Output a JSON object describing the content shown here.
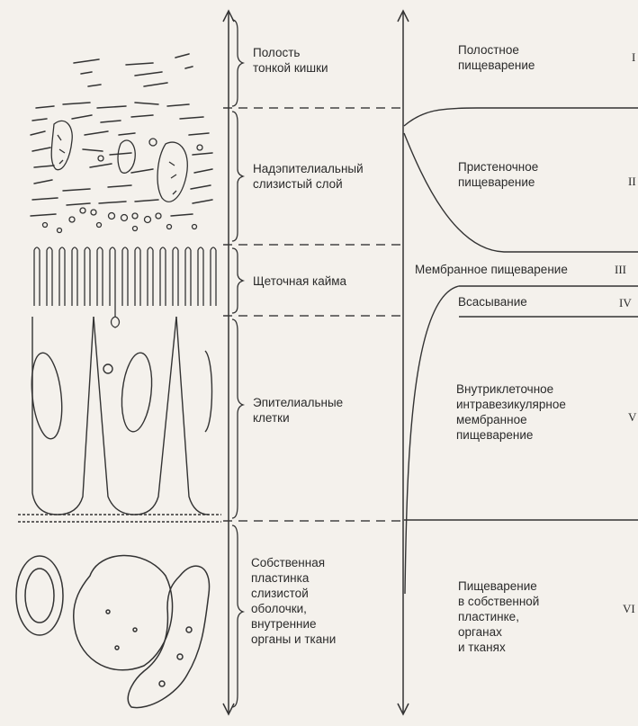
{
  "zone_labels": [
    "Полость\nтонкой кишки",
    "Надэпителиальный\nслизистый слой",
    "Щеточная кайма",
    "Эпителиальные\nклетки",
    "Собственная\nпластинка\nслизистой\nоболочки,\nвнутренние\nорганы и ткани"
  ],
  "digestion_labels": [
    "Полостное\nпищеварение",
    "Пристеночное\nпищеварение",
    "Всасывание",
    "Внутриклеточное\nинтравезикулярное\nмембранное\nпищеварение",
    "Пищеварение\nв собственной\nпластинке,\nорганах\nи тканях"
  ],
  "membrane_label": "Мембранное пищеварение",
  "roman_numerals": [
    "I",
    "II",
    "III",
    "IV",
    "V",
    "VI"
  ]
}
